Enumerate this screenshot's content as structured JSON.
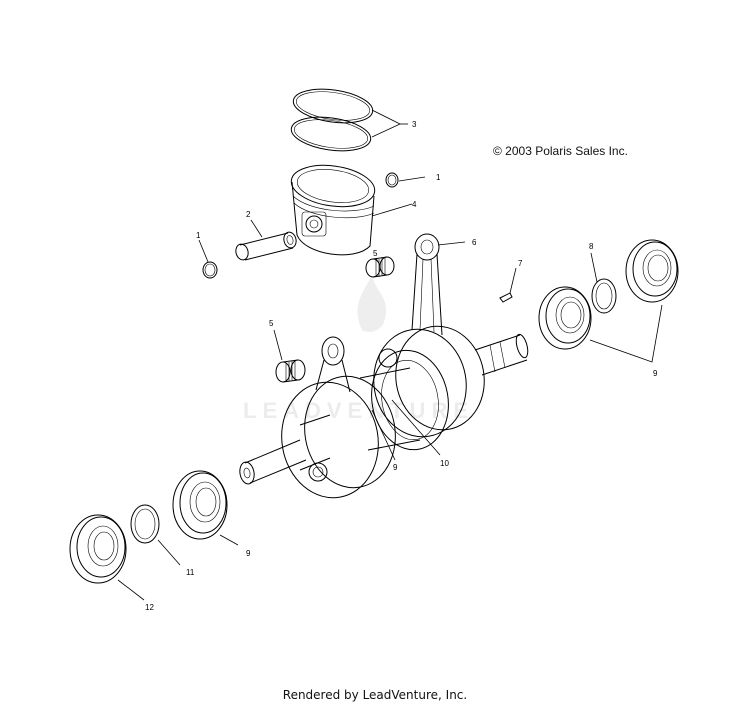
{
  "copyright": "© 2003 Polaris Sales Inc.",
  "footer": "Rendered by LeadVenture, Inc.",
  "watermark": "LEADVENTURE",
  "callouts": {
    "c1a": "1",
    "c1b": "1",
    "c2": "2",
    "c3": "3",
    "c4": "4",
    "c5a": "5",
    "c5b": "5",
    "c6": "6",
    "c7": "7",
    "c8": "8",
    "c9a": "9",
    "c9b": "9",
    "c9c": "9",
    "c10": "10",
    "c11": "11",
    "c12": "12"
  }
}
